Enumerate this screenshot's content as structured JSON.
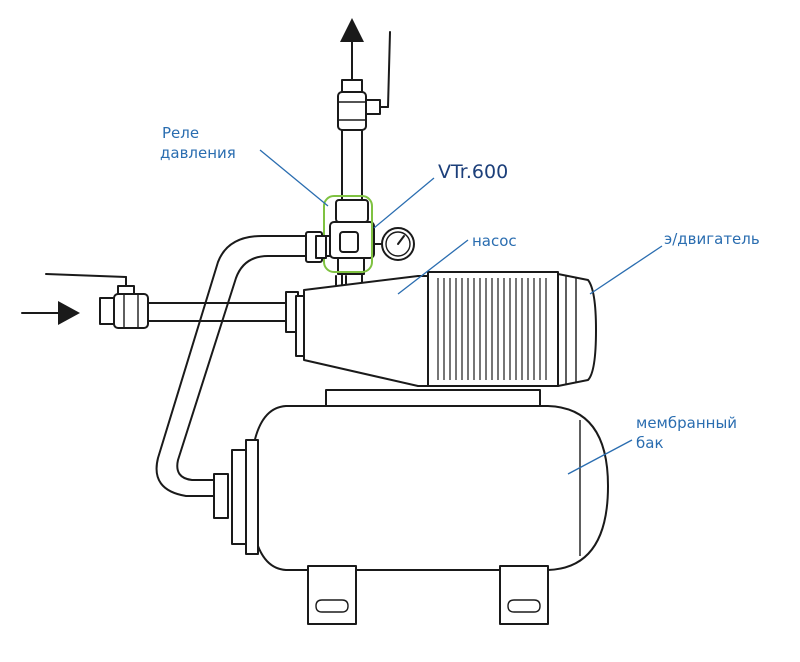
{
  "labels": {
    "pressure_relay_line1": "Реле",
    "pressure_relay_line2": "давления",
    "model": "VTr.600",
    "pump": "насос",
    "motor": "э/двигатель",
    "tank_line1": "мембранный",
    "tank_line2": "бак"
  },
  "colors": {
    "label_text": "#2a6db0",
    "model_text": "#1c3f7a",
    "highlight_box": "#7fc241",
    "line_art": "#1a1a1a"
  },
  "icons": {
    "outlet_arrow": "arrow-up-icon",
    "inlet_arrow": "arrow-right-icon",
    "gauge": "pressure-gauge-icon"
  }
}
